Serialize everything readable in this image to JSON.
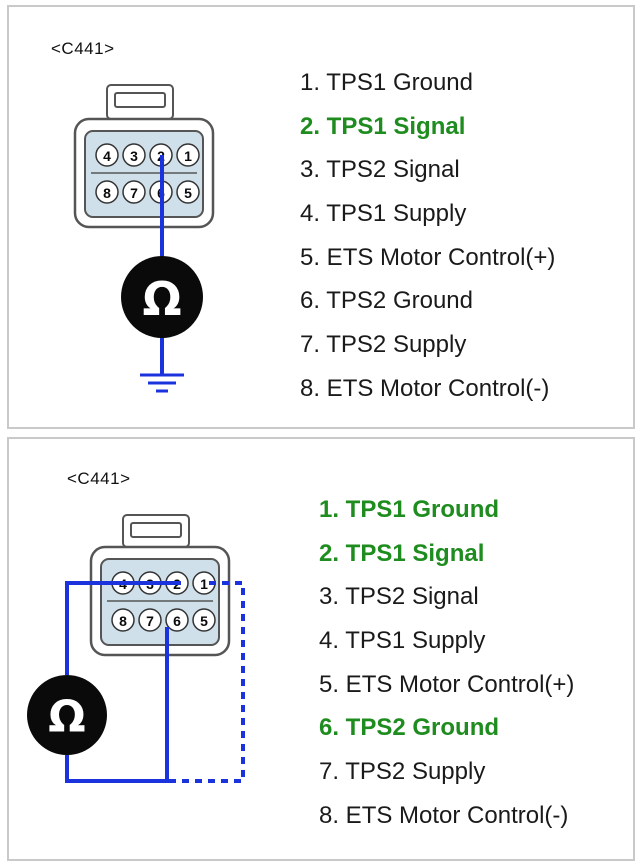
{
  "panels": [
    {
      "connector_label": "<C441>",
      "meter_symbol": "Ω",
      "pins": [
        {
          "label": "1. TPS1 Ground",
          "highlight": false
        },
        {
          "label": "2. TPS1 Signal",
          "highlight": true
        },
        {
          "label": "3. TPS2 Signal",
          "highlight": false
        },
        {
          "label": "4. TPS1 Supply",
          "highlight": false
        },
        {
          "label": "5. ETS Motor Control(+)",
          "highlight": false
        },
        {
          "label": "6. TPS2 Ground",
          "highlight": false
        },
        {
          "label": "7. TPS2 Supply",
          "highlight": false
        },
        {
          "label": "8. ETS Motor Control(-)",
          "highlight": false
        }
      ]
    },
    {
      "connector_label": "<C441>",
      "meter_symbol": "Ω",
      "pins": [
        {
          "label": "1. TPS1 Ground",
          "highlight": true
        },
        {
          "label": "2. TPS1 Signal",
          "highlight": true
        },
        {
          "label": "3. TPS2 Signal",
          "highlight": false
        },
        {
          "label": "4. TPS1 Supply",
          "highlight": false
        },
        {
          "label": "5. ETS Motor Control(+)",
          "highlight": false
        },
        {
          "label": "6. TPS2 Ground",
          "highlight": true
        },
        {
          "label": "7. TPS2 Supply",
          "highlight": false
        },
        {
          "label": "8. ETS Motor Control(-)",
          "highlight": false
        }
      ]
    }
  ],
  "connector_pins": {
    "top_row": [
      "4",
      "3",
      "2",
      "1"
    ],
    "bottom_row": [
      "8",
      "7",
      "6",
      "5"
    ]
  },
  "colors": {
    "wire": "#1a33dd",
    "highlight_text": "#1e8c1e",
    "connector_fill": "#cfe0ea",
    "meter_fill": "#0a0a0a"
  }
}
